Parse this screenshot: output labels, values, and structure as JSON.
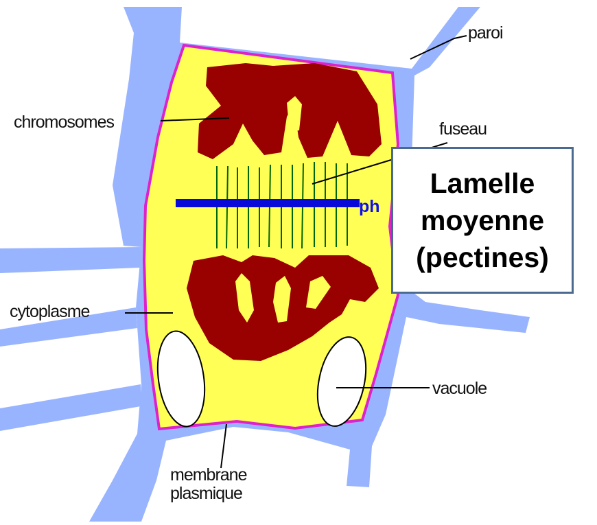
{
  "labels": {
    "paroi": "paroi",
    "chromosomes": "chromosomes",
    "fuseau": "fuseau",
    "cytoplasme": "cytoplasme",
    "vacuole": "vacuole",
    "membrane_line1": "membrane",
    "membrane_line2": "plasmique",
    "phase_fragment": "ph"
  },
  "callout": {
    "line1": "Lamelle",
    "line2": "moyenne",
    "line3": "(pectines)"
  },
  "colors": {
    "wall": "#99b4ff",
    "cytoplasm": "#ffff55",
    "membrane": "#dd22cc",
    "chromosome": "#990000",
    "spindle": "#006600",
    "plate": "#0a0ad8",
    "callout_border": "#4a6a8f"
  }
}
